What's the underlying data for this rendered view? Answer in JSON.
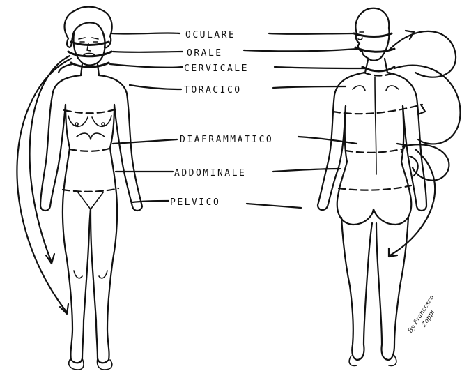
{
  "labels": {
    "ocular": "OCULARE",
    "oral": "ORALE",
    "cervical": "CERVICALE",
    "thoracic": "TORACICO",
    "diaphragm": "DIAFRAMMATICO",
    "abdominal": "ADDOMINALE",
    "pelvic": "PELVICO"
  },
  "signature": {
    "line1": "By Francesco",
    "line2": "Zoppi"
  },
  "colors": {
    "ink": "#111111",
    "background": "#ffffff"
  }
}
